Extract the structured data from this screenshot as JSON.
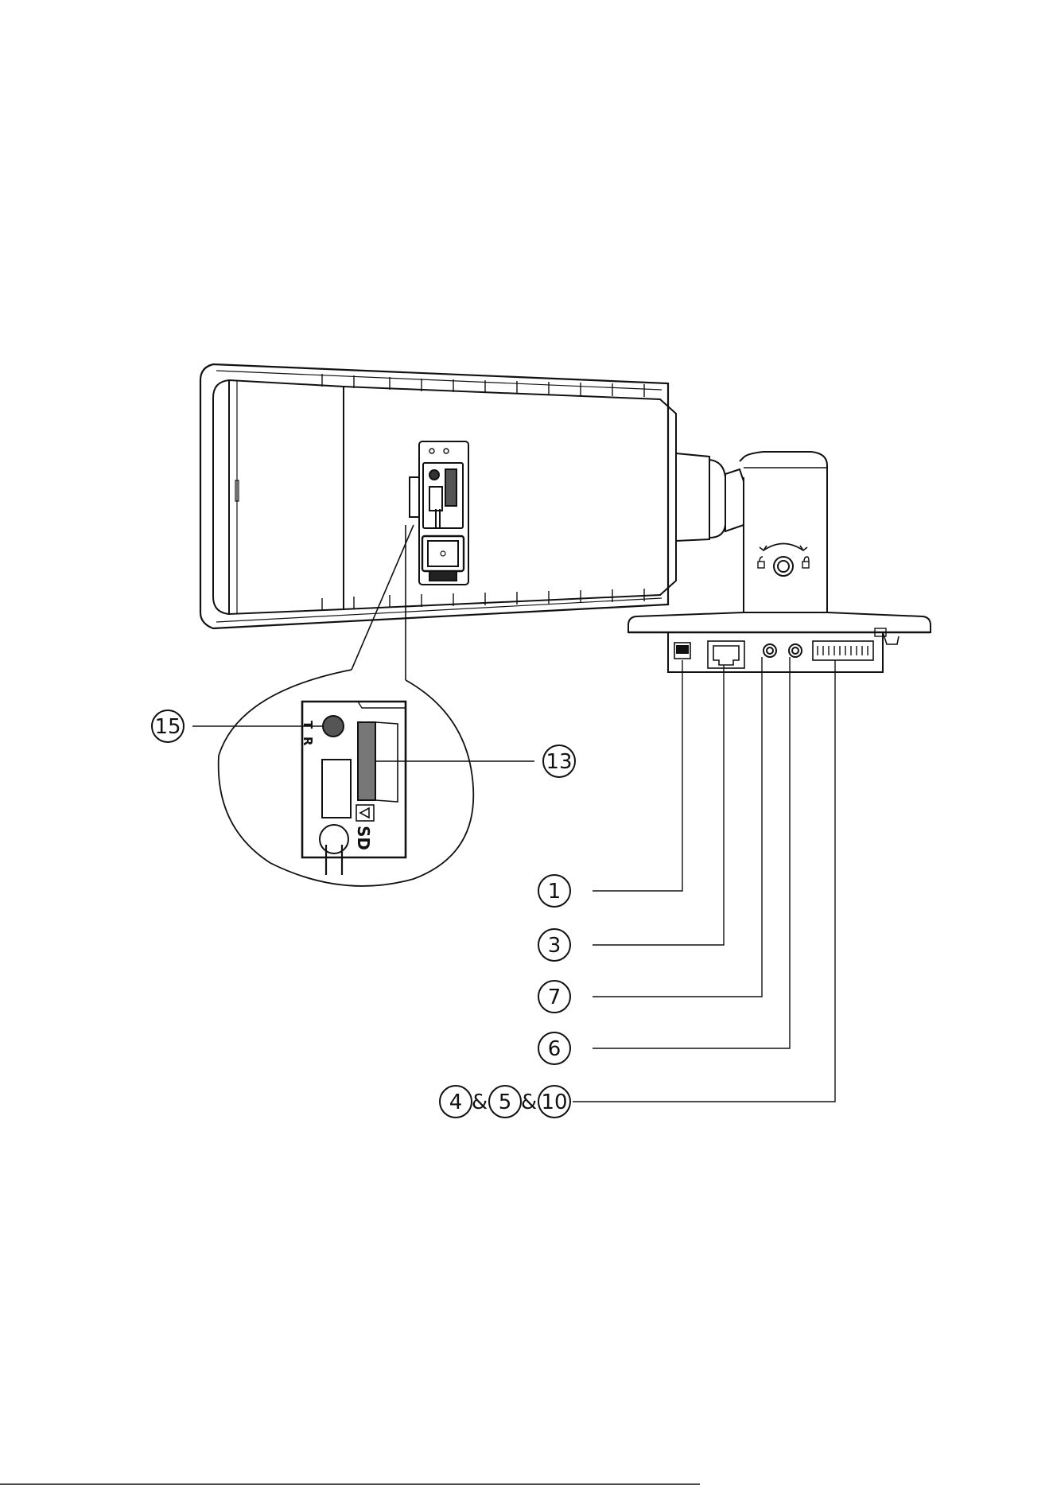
{
  "callouts": {
    "c15": "15",
    "c13": "13",
    "c1": "1",
    "c3": "3",
    "c7": "7",
    "c6": "6",
    "c4": "4",
    "c5": "5",
    "c10": "10"
  },
  "separator": "&",
  "labels": {
    "r": "R",
    "t": "T",
    "sd": "SD"
  },
  "colors": {
    "line": "#111111",
    "sd_slot_fill": "#777777"
  }
}
